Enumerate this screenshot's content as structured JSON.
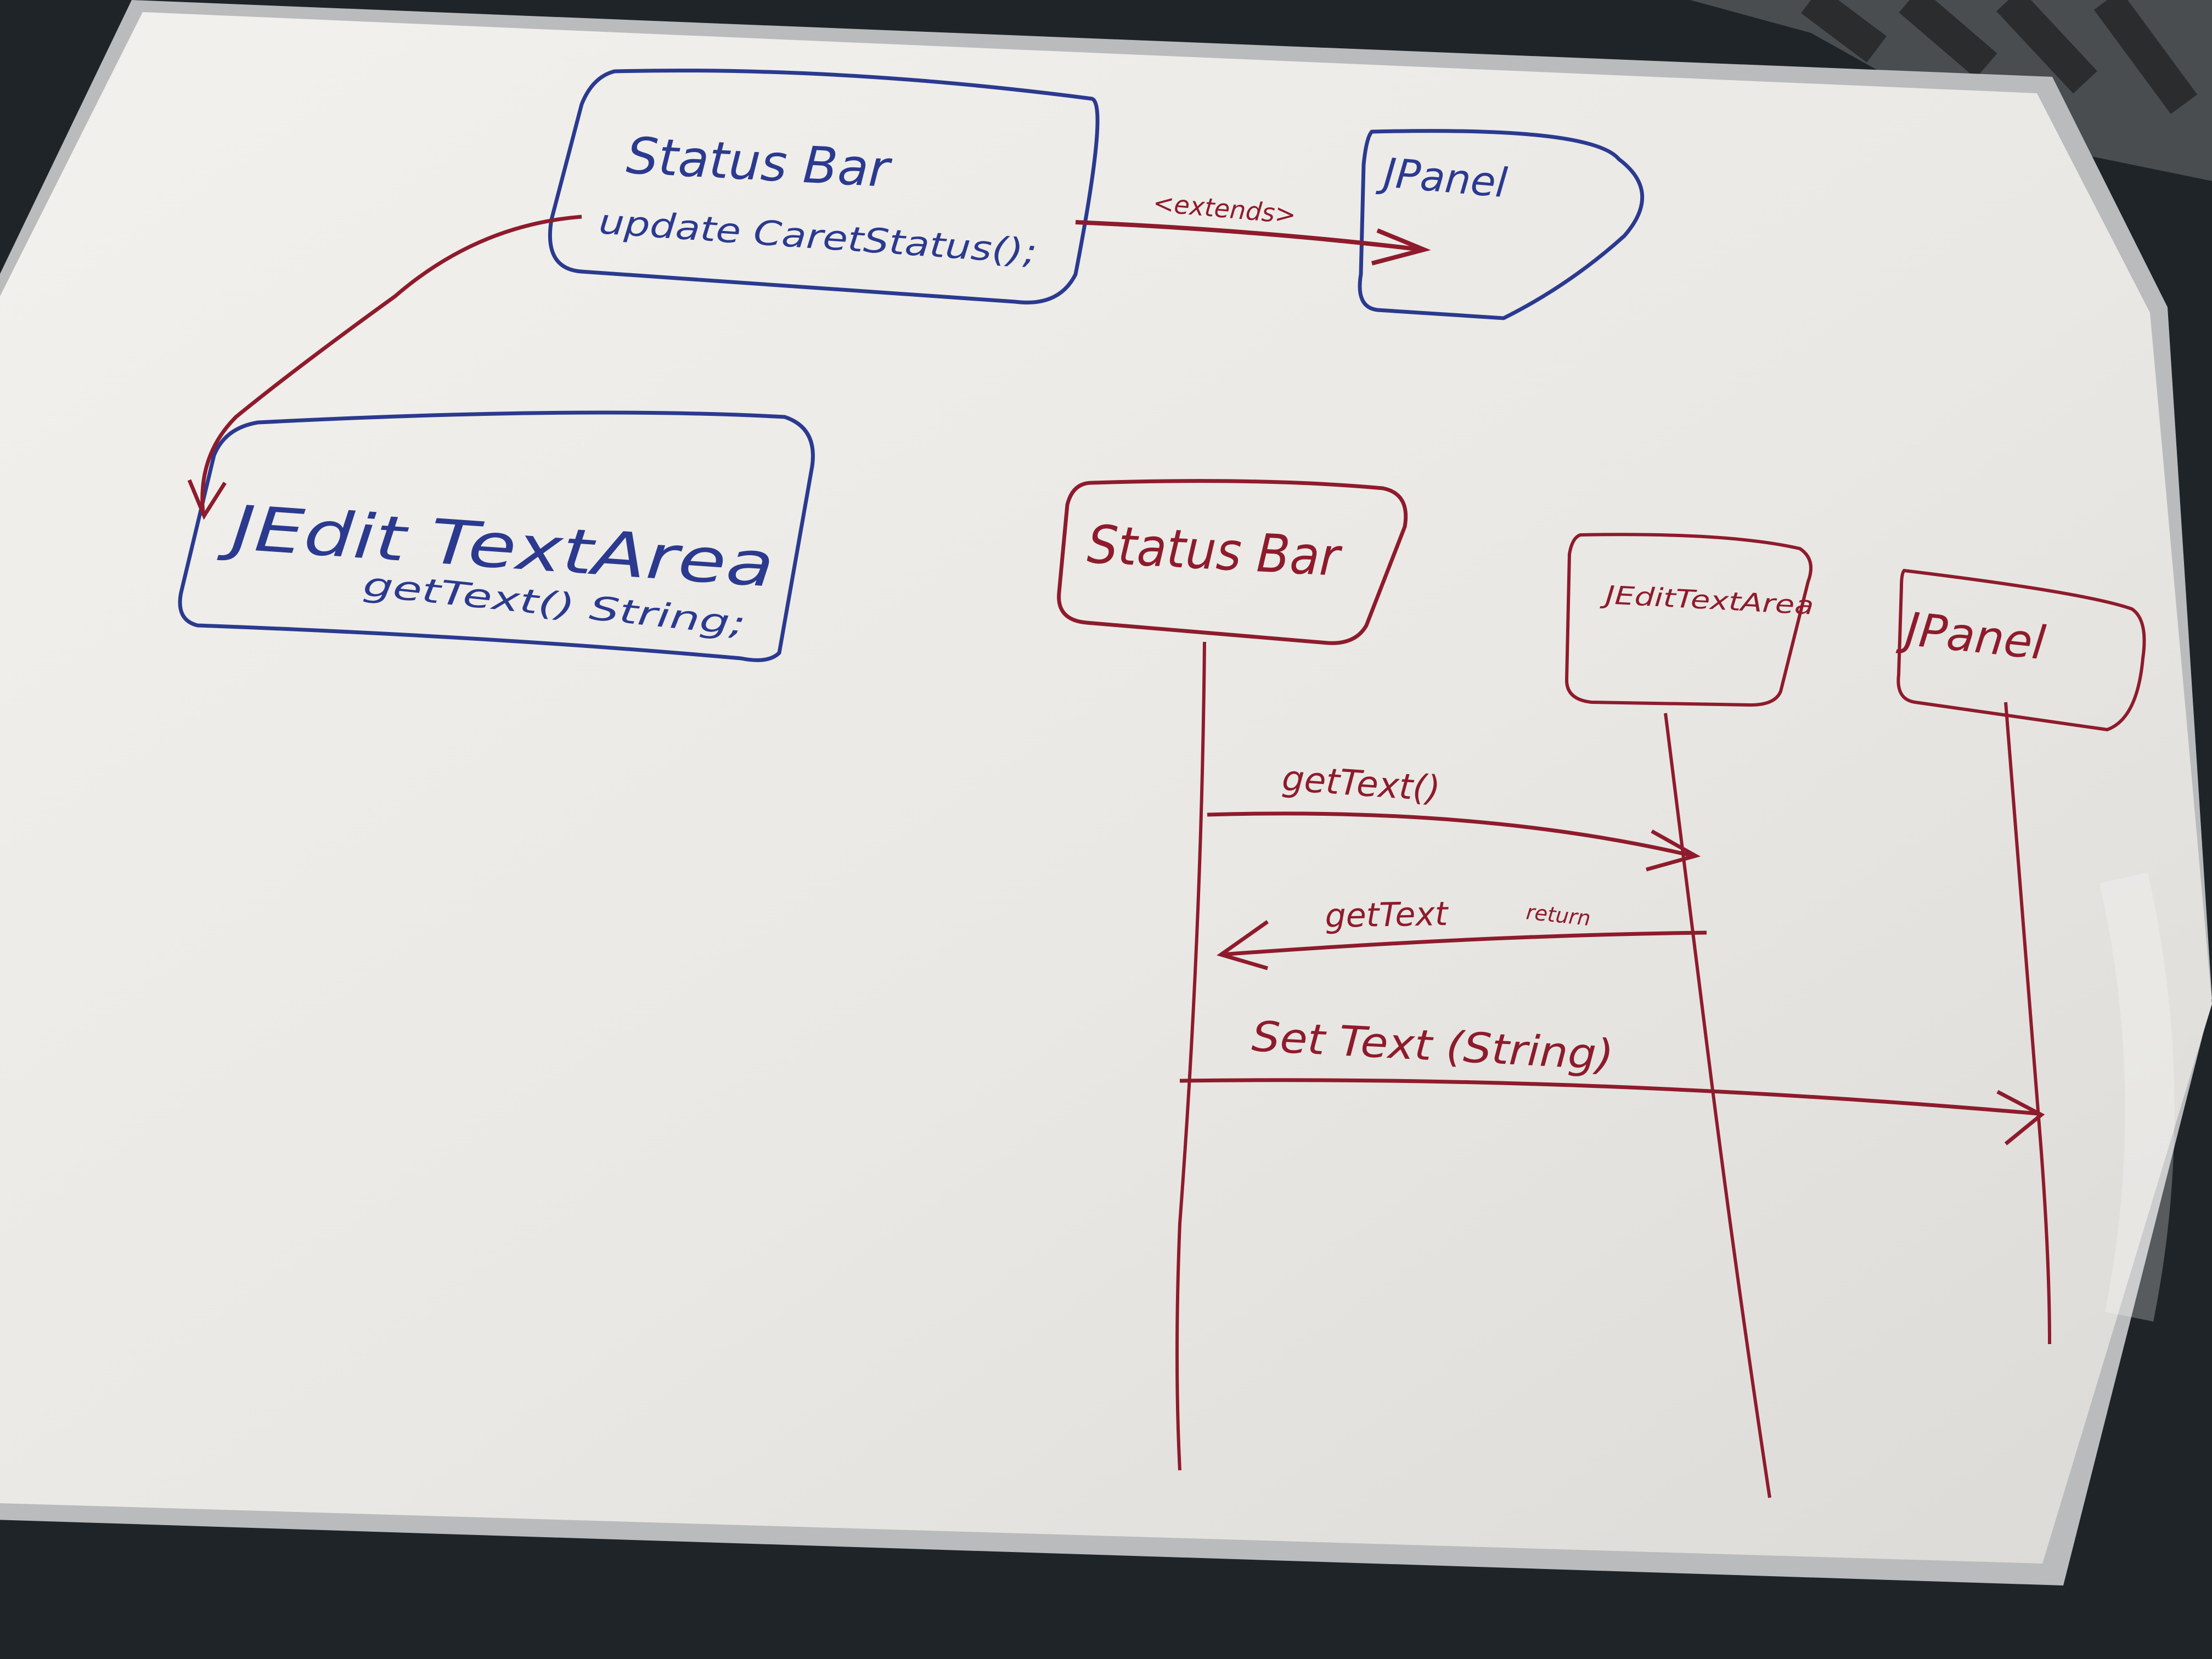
{
  "colors": {
    "background": "#1f2428",
    "board": "#eceae6",
    "frame": "#b9bbbd",
    "blue_marker": "#2b3a8f",
    "red_marker": "#8e1b2c"
  },
  "class_diagram": {
    "status_bar": {
      "name": "Status Bar",
      "method": "update CaretStatus();"
    },
    "jpanel": {
      "name": "JPanel"
    },
    "jedit_text_area": {
      "name": "JEdit TextArea",
      "method": "getText() String;"
    },
    "extends_label": "<extends>"
  },
  "sequence_diagram": {
    "lifelines": {
      "status_bar": "Status Bar",
      "jedit_text_area": "JEditTextArea",
      "jpanel": "JPanel"
    },
    "messages": {
      "get_text": "getText()",
      "get_text_return": "getText",
      "get_text_return_suffix": "return",
      "set_text": "Set Text (String)"
    }
  }
}
